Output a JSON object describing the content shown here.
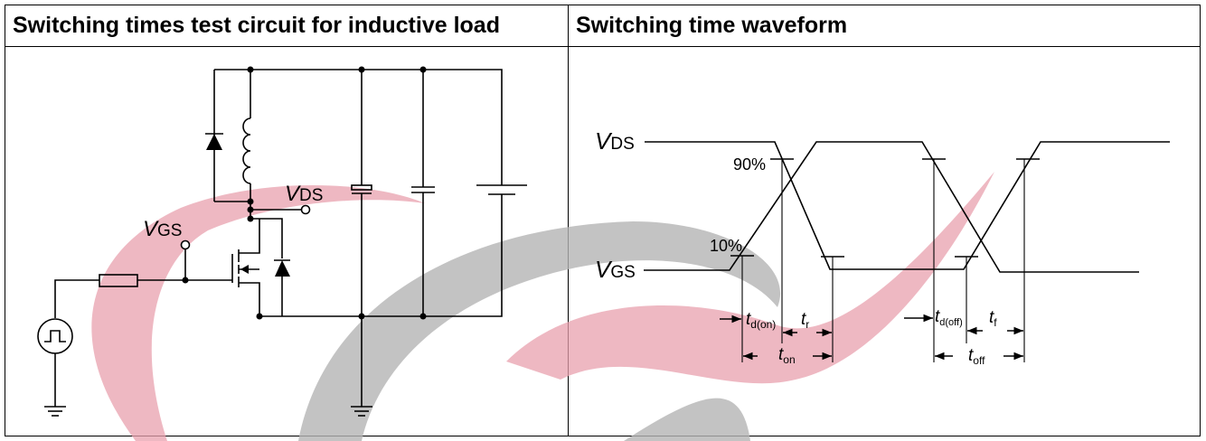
{
  "headers": {
    "left": "Switching times test circuit for inductive load",
    "right": "Switching time waveform"
  },
  "circuit_labels": {
    "vgs_v": "V",
    "vgs_sub": "GS",
    "vds_v": "V",
    "vds_sub": "DS"
  },
  "waveform_labels": {
    "vds_v": "V",
    "vds_sub": "DS",
    "vgs_v": "V",
    "vgs_sub": "GS",
    "p90": "90%",
    "p10": "10%",
    "td_on_t": "t",
    "td_on_sub": "d(on)",
    "tr_t": "t",
    "tr_sub": "r",
    "ton_t": "t",
    "ton_sub": "on",
    "td_off_t": "t",
    "td_off_sub": "d(off)",
    "tf_t": "t",
    "tf_sub": "f",
    "toff_t": "t",
    "toff_sub": "off"
  },
  "colors": {
    "watermark_red": "#e8a0ad",
    "watermark_gray": "#b4b4b4",
    "line": "#000000"
  }
}
